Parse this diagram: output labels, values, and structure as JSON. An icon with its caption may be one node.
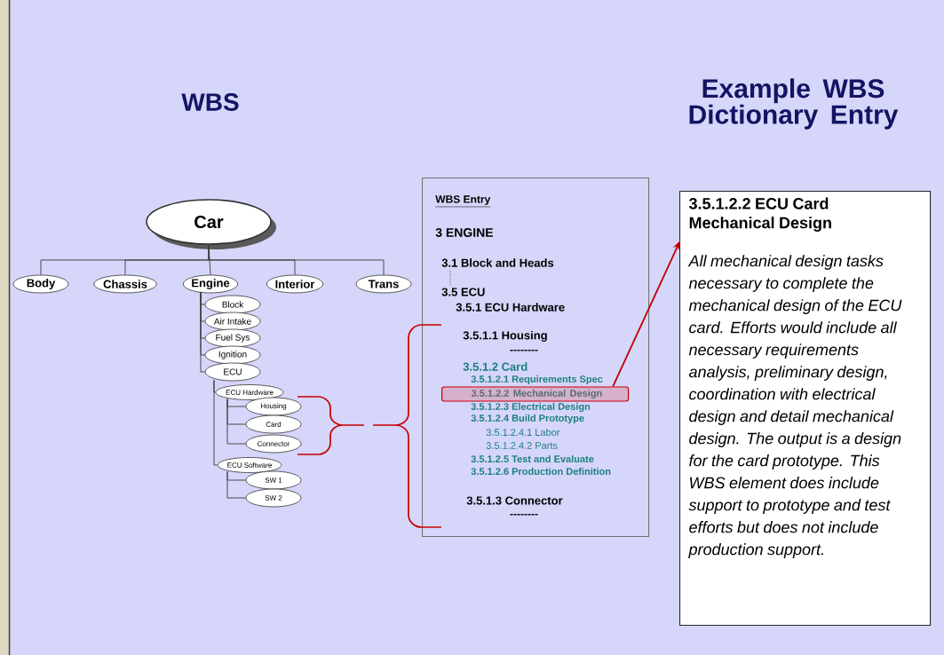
{
  "diagram": {
    "nodes": [
      {
        "text": [
          "Car"
        ]
      },
      {
        "text": [
          "Body"
        ]
      },
      {
        "text": [
          "Chassis"
        ]
      },
      {
        "text": [
          "Engine"
        ]
      },
      {
        "text": [
          "Interior"
        ]
      },
      {
        "text": [
          "Trans"
        ]
      },
      {
        "text": [
          "Block"
        ]
      },
      {
        "text": [
          "Air Intake"
        ]
      },
      {
        "text": [
          "Fuel Sys"
        ]
      },
      {
        "text": [
          "Ignition"
        ]
      },
      {
        "text": [
          "ECU"
        ]
      },
      {
        "text": [
          "ECU Hardware"
        ]
      },
      {
        "text": [
          "Housing"
        ]
      },
      {
        "text": [
          "Card"
        ]
      },
      {
        "text": [
          "Connector"
        ]
      },
      {
        "text": [
          "ECU Software"
        ]
      },
      {
        "text": [
          "SW 1"
        ]
      },
      {
        "text": [
          "SW 2"
        ]
      },
      {
        "text": [
          "WBS Entry",
          "3 ENGINE",
          "3.1 Block and Heads",
          "3.5 ECU",
          "3.5.1 ECU Hardware",
          "3.5.1.1 Housing",
          "--------",
          "3.5.1.2 Card",
          "3.5.1.2.1 Requirements Spec",
          "3.5.1.2.3 Electrical Design",
          "3.5.1.2.4 Build Prototype",
          "3.5.1.2.4.1 Labor",
          "3.5.1.2.4.2 Parts",
          "3.5.1.2.5 Test and Evaluate",
          "3.5.1.2.6 Production Definition",
          "3.5.1.3 Connector",
          "--------"
        ]
      },
      {
        "text": [
          "3.5.1.2.2 Mechanical Design"
        ],
        "in": 18
      },
      {
        "text": [
          "3.5.1.2.2 ECU Card Mechanical Design",
          "All mechanical design tasks necessary to complete the mechanical design of the ECU card. Efforts would include all necessary requirements analysis, preliminary design, coordination with electrical design and detail mechanical design. The output is a design for the card prototype. This WBS element does include support to prototype and test efforts but does not include production support."
        ]
      }
    ],
    "edges": [
      {
        "from": 0,
        "to": 1,
        "arrow": "none"
      },
      {
        "from": 0,
        "to": 2,
        "arrow": "none"
      },
      {
        "from": 0,
        "to": 3,
        "arrow": "none"
      },
      {
        "from": 0,
        "to": 4,
        "arrow": "none"
      },
      {
        "from": 0,
        "to": 5,
        "arrow": "none"
      },
      {
        "from": 3,
        "to": 6,
        "arrow": "none"
      },
      {
        "from": 3,
        "to": 7,
        "arrow": "none"
      },
      {
        "from": 3,
        "to": 8,
        "arrow": "none"
      },
      {
        "from": 3,
        "to": 9,
        "arrow": "none"
      },
      {
        "from": 3,
        "to": 10,
        "arrow": "none"
      },
      {
        "from": 10,
        "to": 11,
        "arrow": "none"
      },
      {
        "from": 10,
        "to": 15,
        "arrow": "none"
      },
      {
        "from": 11,
        "to": 12,
        "arrow": "none"
      },
      {
        "from": 11,
        "to": 13,
        "arrow": "none"
      },
      {
        "from": 11,
        "to": 14,
        "arrow": "none"
      },
      {
        "from": 15,
        "to": 16,
        "arrow": "none"
      },
      {
        "from": 15,
        "to": 17,
        "arrow": "none"
      },
      {
        "from": 19,
        "to": 20,
        "arrow": "to",
        "color": "#c00000"
      }
    ],
    "labels": [
      "WBS",
      "Example WBS Dictionary Entry"
    ]
  }
}
